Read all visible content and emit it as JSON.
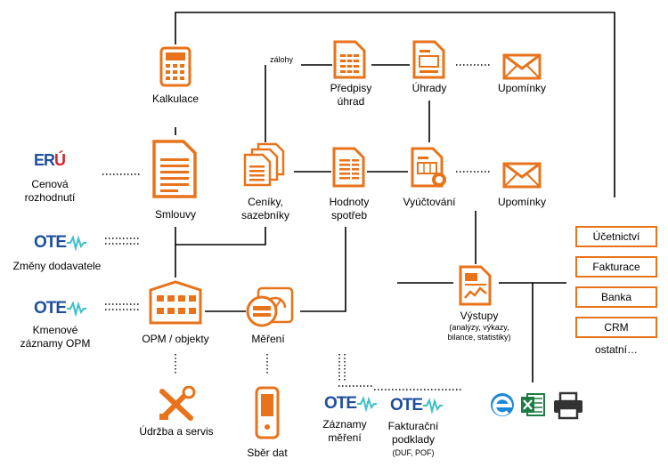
{
  "nodes": {
    "kalkulace": "Kalkulace",
    "zalohy": "zálohy",
    "predpisy_line1": "Předpisy",
    "predpisy_line2": "úhrad",
    "uhrady": "Úhrady",
    "upominky_top": "Upomínky",
    "eru_line1": "Cenová",
    "eru_line2": "rozhodnutí",
    "smlouvy": "Smlouvy",
    "ceniky_line1": "Ceníky,",
    "ceniky_line2": "sazebníky",
    "hodnoty_line1": "Hodnoty",
    "hodnoty_line2": "spotřeb",
    "vyuctovani": "Vyúčtování",
    "upominky_mid": "Upomínky",
    "zmeny": "Změny dodavatele",
    "kmenove_line1": "Kmenové",
    "kmenove_line2": "záznamy OPM",
    "opm": "OPM / objekty",
    "mereni": "Měření",
    "vystupy": "Výstupy",
    "vystupy_sub1": "(analýzy, výkazy,",
    "vystupy_sub2": "bilance, statistiky)",
    "udrzba": "Údržba a servis",
    "sber": "Sběr dat",
    "zaznamy_line1": "Záznamy",
    "zaznamy_line2": "měření",
    "fakturacni_line1": "Fakturační",
    "fakturacni_line2": "podklady",
    "fakturacni_line3": "(DUF, POF)"
  },
  "logos": {
    "eru_text_a": "ER",
    "eru_text_b": "Ú",
    "ote_text": "OTE"
  },
  "systems": [
    "Účetnictví",
    "Fakturace",
    "Banka",
    "CRM"
  ],
  "systems_more": "ostatní…",
  "colors": {
    "accent": "#e8731a",
    "line": "#000000",
    "ote_blue": "#1f4f9c",
    "ote_wave": "#3cc0c8",
    "eru_red": "#d9232a"
  }
}
